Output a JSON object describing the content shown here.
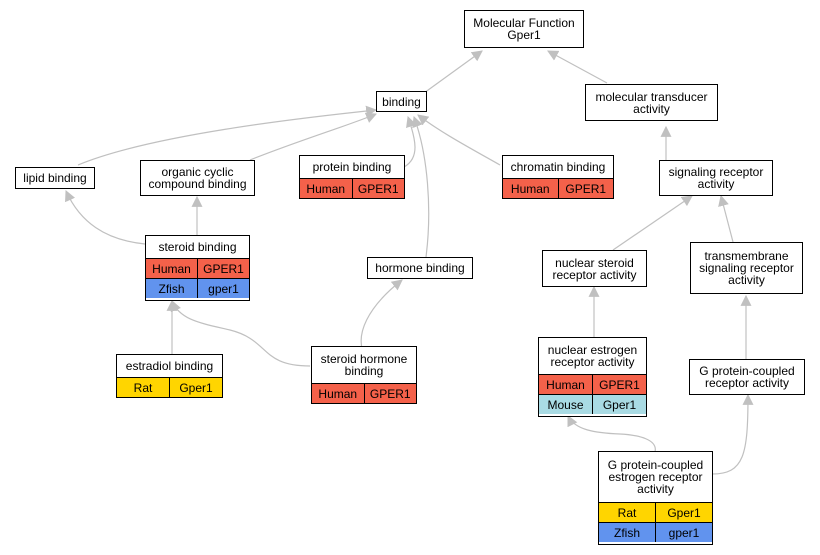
{
  "colors": {
    "edge": "#c0c0c0",
    "Human": "#f4614a",
    "Zfish": "#6193ee",
    "Rat": "#ffd500",
    "Mouse": "#a9dbe4"
  },
  "nodes": {
    "root": {
      "lines": [
        "Molecular Function",
        "Gper1"
      ]
    },
    "binding": {
      "lines": [
        "binding"
      ]
    },
    "molecular_transducer": {
      "lines": [
        "molecular transducer",
        "activity"
      ]
    },
    "lipid_binding": {
      "lines": [
        "lipid binding"
      ]
    },
    "organic_cyclic": {
      "lines": [
        "organic cyclic",
        "compound binding"
      ]
    },
    "protein_binding": {
      "lines": [
        "protein binding"
      ],
      "rows": [
        [
          "Human",
          "GPER1"
        ]
      ]
    },
    "chromatin_binding": {
      "lines": [
        "chromatin binding"
      ],
      "rows": [
        [
          "Human",
          "GPER1"
        ]
      ]
    },
    "signaling_receptor": {
      "lines": [
        "signaling receptor",
        "activity"
      ]
    },
    "steroid_binding": {
      "lines": [
        "steroid binding"
      ],
      "rows": [
        [
          "Human",
          "GPER1"
        ],
        [
          "Zfish",
          "gper1"
        ]
      ]
    },
    "hormone_binding": {
      "lines": [
        "hormone binding"
      ]
    },
    "nuclear_steroid": {
      "lines": [
        "nuclear steroid",
        "receptor activity"
      ]
    },
    "transmembrane": {
      "lines": [
        "transmembrane",
        "signaling receptor",
        "activity"
      ]
    },
    "estradiol_binding": {
      "lines": [
        "estradiol binding"
      ],
      "rows": [
        [
          "Rat",
          "Gper1"
        ]
      ]
    },
    "steroid_hormone": {
      "lines": [
        "steroid hormone",
        "binding"
      ],
      "rows": [
        [
          "Human",
          "GPER1"
        ]
      ]
    },
    "nuclear_estrogen": {
      "lines": [
        "nuclear estrogen",
        "receptor activity"
      ],
      "rows": [
        [
          "Human",
          "GPER1"
        ],
        [
          "Mouse",
          "Gper1"
        ]
      ]
    },
    "gpcr": {
      "lines": [
        "G protein-coupled",
        "receptor activity"
      ]
    },
    "gpcr_estrogen": {
      "lines": [
        "G protein-coupled",
        "estrogen receptor",
        "activity"
      ],
      "rows": [
        [
          "Rat",
          "Gper1"
        ],
        [
          "Zfish",
          "gper1"
        ]
      ]
    }
  }
}
